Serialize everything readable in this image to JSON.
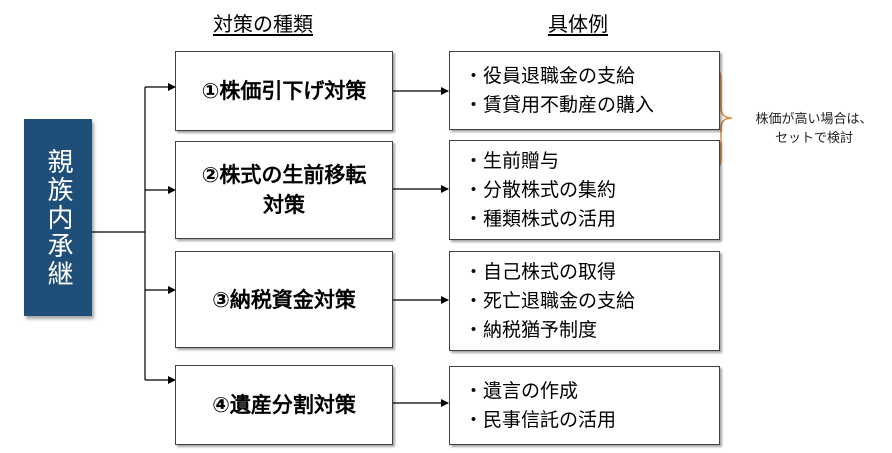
{
  "headers": {
    "types": "対策の種類",
    "examples": "具体例"
  },
  "root": {
    "label": "親族内承継",
    "color": "#1f4e79"
  },
  "measures": [
    {
      "title_line1": "①株価引下げ対策",
      "title_line2": "",
      "examples": [
        "・役員退職金の支給",
        "・賃貸用不動産の購入"
      ]
    },
    {
      "title_line1": "②株式の生前移転",
      "title_line2": "対策",
      "examples": [
        "・生前贈与",
        "・分散株式の集約",
        "・種類株式の活用"
      ]
    },
    {
      "title_line1": "③納税資金対策",
      "title_line2": "",
      "examples": [
        "・自己株式の取得",
        "・死亡退職金の支給",
        "・納税猶予制度"
      ]
    },
    {
      "title_line1": "④遺産分割対策",
      "title_line2": "",
      "examples": [
        "・遺言の作成",
        "・民事信託の活用"
      ]
    }
  ],
  "note": {
    "line1": "株価が高い場合は、",
    "line2": "セットで検討",
    "brace_color": "#e08a3c"
  }
}
